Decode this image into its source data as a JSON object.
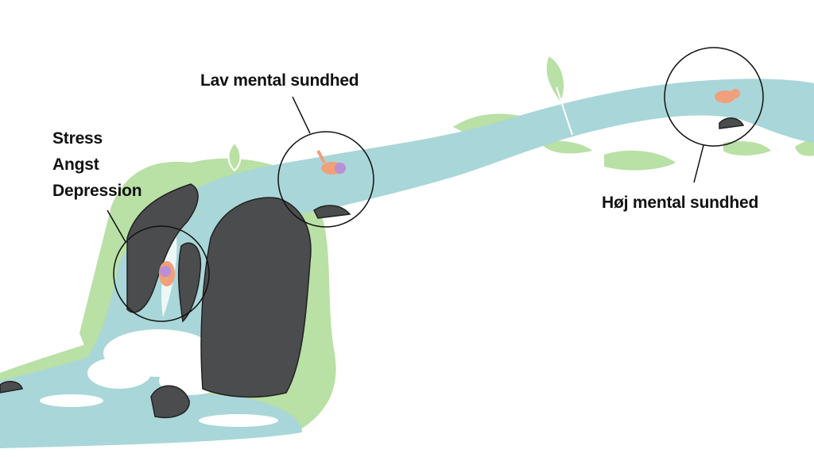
{
  "labels": {
    "stress": "Stress",
    "angst": "Angst",
    "depression": "Depression",
    "low": "Lav mental sundhed",
    "high": "Høj mental sundhed"
  },
  "colors": {
    "water": "#a9d6d9",
    "water_dark": "#8cc3c8",
    "foam": "#ffffff",
    "grass": "#b9e0a5",
    "rock": "#4b4c4d",
    "skin": "#f0a07a",
    "cap": "#b98fd6",
    "outline": "#111111"
  }
}
